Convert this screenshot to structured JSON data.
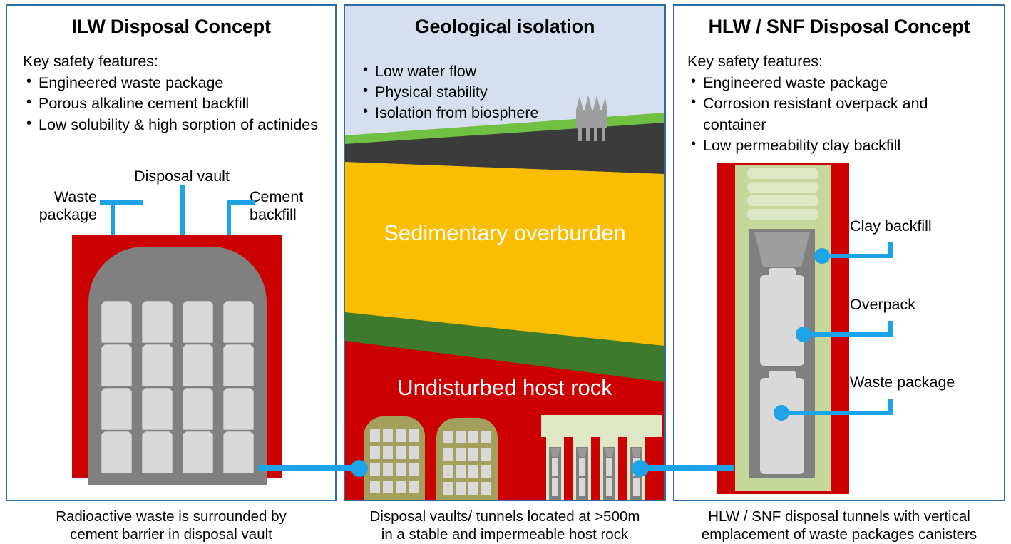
{
  "panels": {
    "left": {
      "title": "ILW Disposal Concept",
      "features_heading": "Key safety features:",
      "features": [
        "Engineered waste package",
        "Porous alkaline cement backfill",
        "Low solubility & high sorption of actinides"
      ],
      "labels": {
        "waste_package": "Waste\npackage",
        "waste_package_line1": "Waste",
        "waste_package_line2": "package",
        "disposal_vault": "Disposal vault",
        "cement_backfill_line1": "Cement",
        "cement_backfill_line2": "backfill"
      },
      "caption_line1": "Radioactive waste is surrounded by",
      "caption_line2": "cement barrier in disposal vault"
    },
    "middle": {
      "title": "Geological isolation",
      "features": [
        "Low water flow",
        "Physical stability",
        "Isolation from biosphere"
      ],
      "layer_labels": {
        "overburden": "Sedimentary overburden",
        "host_rock": "Undisturbed host rock"
      },
      "caption_line1": "Disposal vaults/ tunnels located at >500m",
      "caption_line2": "in a stable and impermeable host rock"
    },
    "right": {
      "title": "HLW / SNF Disposal Concept",
      "features_heading": "Key safety features:",
      "features": [
        "Engineered waste package",
        "Corrosion resistant overpack and container",
        "Low permeability clay backfill"
      ],
      "labels": {
        "clay_backfill": "Clay backfill",
        "overpack": "Overpack",
        "waste_package": "Waste package"
      },
      "caption_line1": "HLW / SNF disposal tunnels with vertical",
      "caption_line2": "emplacement of waste packages canisters"
    }
  },
  "colors": {
    "panel_border": "#2E6CA4",
    "sky": "#D6DFF0",
    "grass": "#70C042",
    "topsoil": "#3B3B3B",
    "overburden": "#FBBD00",
    "green_layer": "#3E7A2E",
    "host_rock": "#CC0000",
    "vault_concrete": "#808080",
    "waste_package": "#D9D9D9",
    "clay_backfill": "#C6D79B",
    "olive_vault": "#A2A05A",
    "leader": "#1CA3E8",
    "building": "#9E9E9E"
  },
  "counts": {
    "left_vault_packages_cols": 4,
    "left_vault_packages_rows": 4,
    "mid_vaults": 2,
    "mid_deposition_holes": 4,
    "right_clay_blocks": 4,
    "right_canisters": 2
  },
  "icons": {
    "building": "cathedral-building-icon"
  }
}
